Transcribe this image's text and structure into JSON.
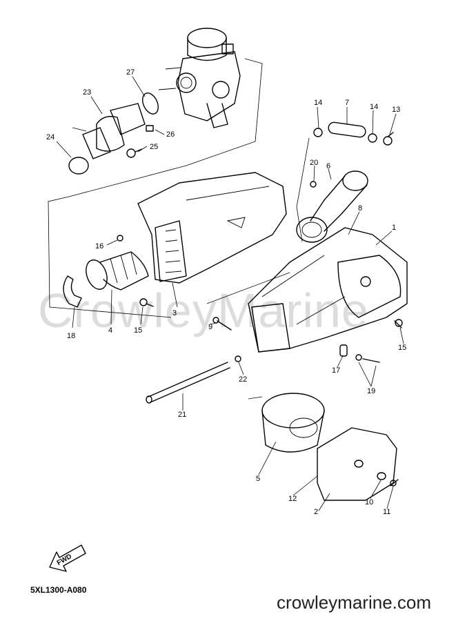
{
  "watermark": "CrowleyMarine",
  "diagram_code": "5XL1300-A080",
  "site_name": "crowleymarine.com",
  "fwd_label": "FWD",
  "callouts": {
    "c1": "1",
    "c2": "2",
    "c3": "3",
    "c4": "4",
    "c5": "5",
    "c6": "6",
    "c7": "7",
    "c8": "8",
    "c9": "9",
    "c10": "10",
    "c11": "11",
    "c12": "12",
    "c13": "13",
    "c14a": "14",
    "c14b": "14",
    "c15a": "15",
    "c15b": "15",
    "c16": "16",
    "c17": "17",
    "c18": "18",
    "c19": "19",
    "c20": "20",
    "c21": "21",
    "c22": "22",
    "c23": "23",
    "c24": "24",
    "c25": "25",
    "c26": "26",
    "c27": "27"
  }
}
